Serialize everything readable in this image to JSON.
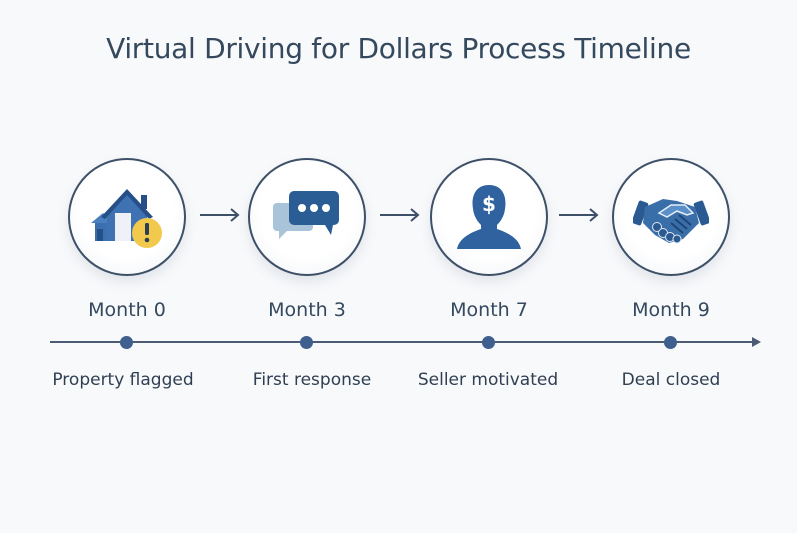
{
  "title": "Virtual Driving for Dollars Process Timeline",
  "colors": {
    "primary": "#2f5f9a",
    "text": "#34495e",
    "warning": "#f2c94c",
    "line": "#4a5b73"
  },
  "steps": [
    {
      "icon": "house-warning-icon",
      "month": "Month 0",
      "label": "Property flagged"
    },
    {
      "icon": "chat-bubbles-icon",
      "month": "Month 3",
      "label": "First response"
    },
    {
      "icon": "person-dollar-icon",
      "month": "Month 7",
      "label": "Seller motivated"
    },
    {
      "icon": "handshake-icon",
      "month": "Month 9",
      "label": "Deal closed"
    }
  ]
}
